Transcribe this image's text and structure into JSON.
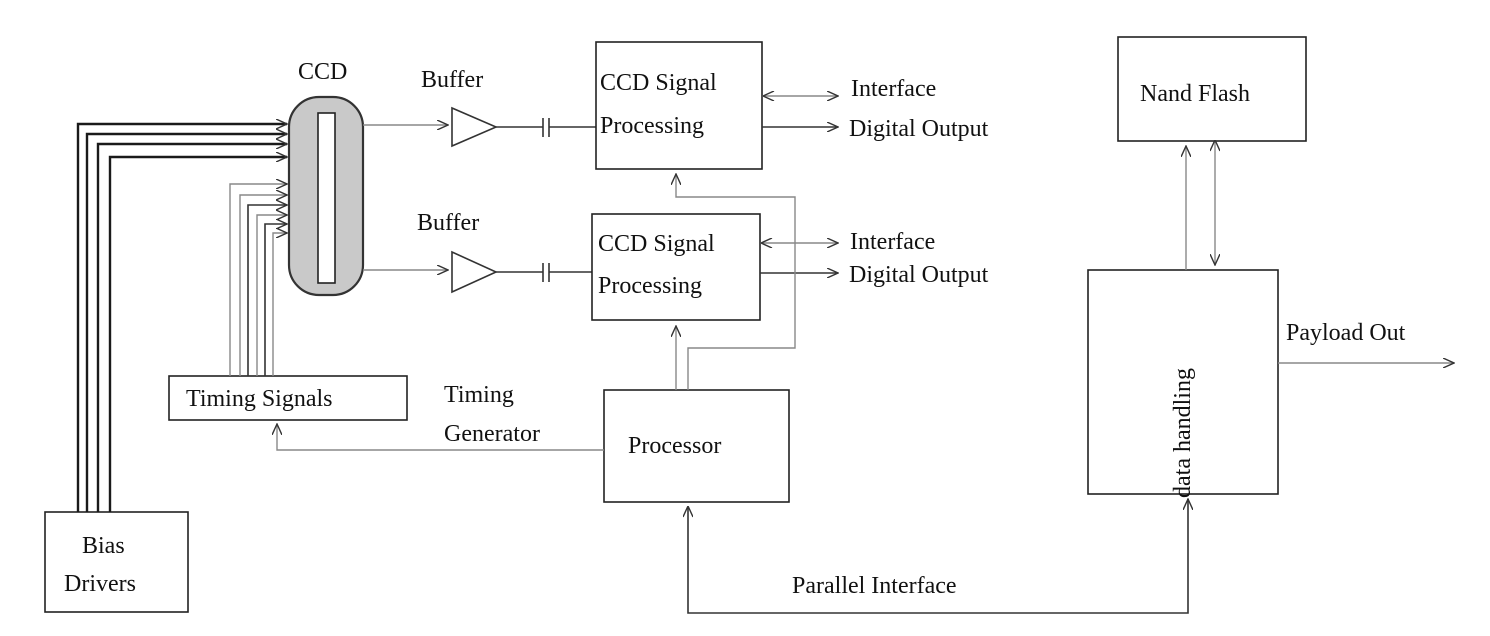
{
  "labels": {
    "ccd": "CCD",
    "buffer_top": "Buffer",
    "buffer_bottom": "Buffer",
    "ccd_sp_top_line1": "CCD Signal",
    "ccd_sp_top_line2": "Processing",
    "ccd_sp_bottom_line1": "CCD Signal",
    "ccd_sp_bottom_line2": "Processing",
    "interface_top": "Interface",
    "digital_output_top": "Digital Output",
    "interface_bottom": "Interface",
    "digital_output_bottom": "Digital Output",
    "nand_flash": "Nand Flash",
    "data_handling": "data handling",
    "payload_out": "Payload Out",
    "timing_signals": "Timing Signals",
    "timing_generator_line1": "Timing",
    "timing_generator_line2": "Generator",
    "processor": "Processor",
    "bias_drivers_line1": "Bias",
    "bias_drivers_line2": "Drivers",
    "parallel_interface": "Parallel Interface"
  },
  "colors": {
    "line": "#333333",
    "line_light": "#888888",
    "ccd_fill": "#c9c9c9",
    "box_stroke": "#222222"
  }
}
